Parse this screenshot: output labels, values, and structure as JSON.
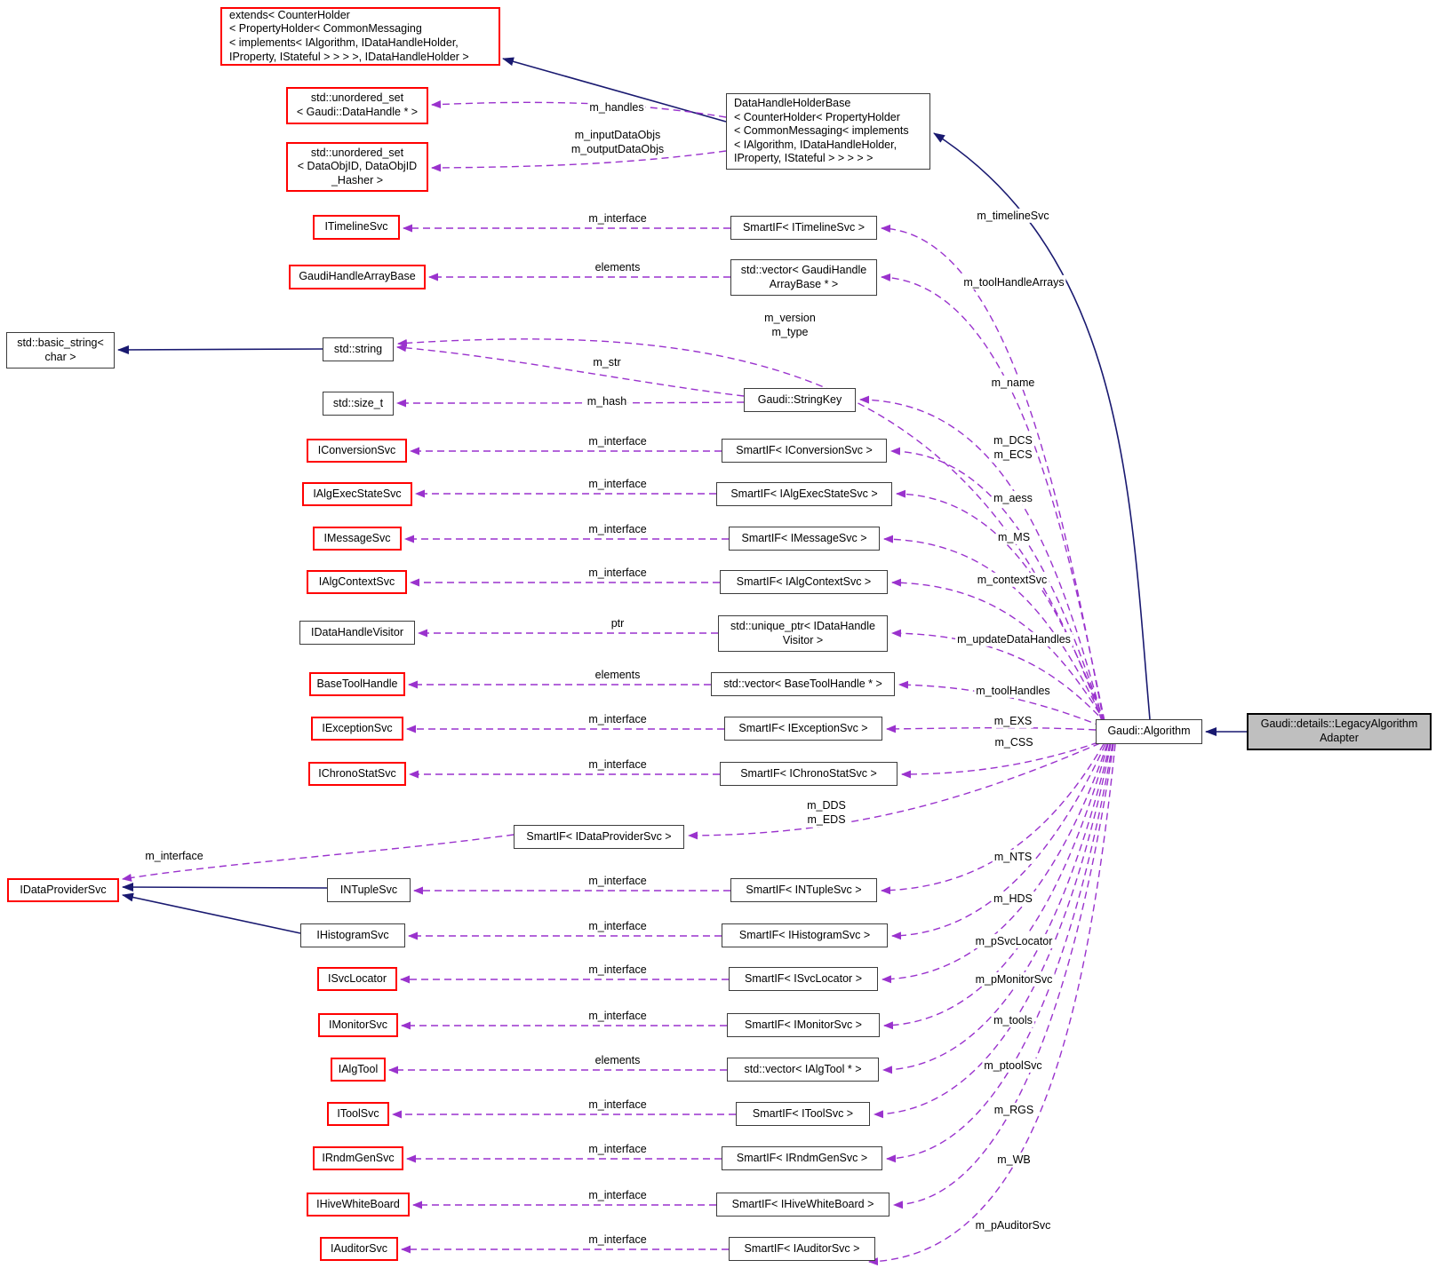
{
  "nodes": {
    "extends_holder": "extends< CounterHolder\n< PropertyHolder< CommonMessaging\n< implements< IAlgorithm, IDataHandleHolder,\n IProperty, IStateful > > > >, IDataHandleHolder >",
    "dhhb": "DataHandleHolderBase\n< CounterHolder< PropertyHolder\n< CommonMessaging< implements\n< IAlgorithm, IDataHandleHolder,\n IProperty, IStateful > > > > >",
    "uset_datahandle": "std::unordered_set\n< Gaudi::DataHandle * >",
    "uset_dataobjid": "std::unordered_set\n< DataObjID, DataObjID\n_Hasher >",
    "itimelinesvc": "ITimelineSvc",
    "s_itimelinesvc": "SmartIF< ITimelineSvc >",
    "ghab": "GaudiHandleArrayBase",
    "vec_ghab": "std::vector< GaudiHandle\nArrayBase * >",
    "basic_string": "std::basic_string<\nchar >",
    "std_string": "std::string",
    "std_size_t": "std::size_t",
    "stringkey": "Gaudi::StringKey",
    "iconversionsvc": "IConversionSvc",
    "s_iconversionsvc": "SmartIF< IConversionSvc >",
    "ialgexecstatesvc": "IAlgExecStateSvc",
    "s_ialgexecstatesvc": "SmartIF< IAlgExecStateSvc >",
    "imessagesvc": "IMessageSvc",
    "s_imessagesvc": "SmartIF< IMessageSvc >",
    "ialgcontextsvc": "IAlgContextSvc",
    "s_ialgcontextsvc": "SmartIF< IAlgContextSvc >",
    "idatahandlevisitor": "IDataHandleVisitor",
    "uptr_idhv": "std::unique_ptr< IDataHandle\nVisitor >",
    "basetoolhandle": "BaseToolHandle",
    "vec_bth": "std::vector< BaseToolHandle * >",
    "iexceptionsvc": "IExceptionSvc",
    "s_iexceptionsvc": "SmartIF< IExceptionSvc >",
    "ichronostatsvc": "IChronoStatSvc",
    "s_ichronostatsvc": "SmartIF< IChronoStatSvc >",
    "s_idataprovidersvc": "SmartIF< IDataProviderSvc >",
    "idataprovidersvc": "IDataProviderSvc",
    "intuplesvc": "INTupleSvc",
    "s_intuplesvc": "SmartIF< INTupleSvc >",
    "ihistogramsvc": "IHistogramSvc",
    "s_ihistogramsvc": "SmartIF< IHistogramSvc >",
    "isvclocator": "ISvcLocator",
    "s_isvclocator": "SmartIF< ISvcLocator >",
    "imonitorsvc": "IMonitorSvc",
    "s_imonitorsvc": "SmartIF< IMonitorSvc >",
    "ialgtool": "IAlgTool",
    "vec_ialgtool": "std::vector< IAlgTool * >",
    "itoolsvc": "IToolSvc",
    "s_itoolsvc": "SmartIF< IToolSvc >",
    "irndmgensvc": "IRndmGenSvc",
    "s_irndmgensvc": "SmartIF< IRndmGenSvc >",
    "ihivewhiteboard": "IHiveWhiteBoard",
    "s_ihivewhiteboard": "SmartIF< IHiveWhiteBoard >",
    "iauditorsvc": "IAuditorSvc",
    "s_iauditorsvc": "SmartIF< IAuditorSvc >",
    "algorithm": "Gaudi::Algorithm",
    "legacy_adapter": "Gaudi::details::LegacyAlgorithm\nAdapter"
  },
  "labels": {
    "m_handles": "m_handles",
    "m_inputDataObjs": "m_inputDataObjs\nm_outputDataObjs",
    "m_interface": "m_interface",
    "elements": "elements",
    "ptr": "ptr",
    "m_version": "m_version\nm_type",
    "m_str": "m_str",
    "m_hash": "m_hash",
    "m_name": "m_name",
    "m_timelineSvc": "m_timelineSvc",
    "m_toolHandleArrays": "m_toolHandleArrays",
    "m_DCS": "m_DCS\nm_ECS",
    "m_aess": "m_aess",
    "m_MS": "m_MS",
    "m_contextSvc": "m_contextSvc",
    "m_updateDataHandles": "m_updateDataHandles",
    "m_toolHandles": "m_toolHandles",
    "m_EXS": "m_EXS",
    "m_CSS": "m_CSS",
    "m_DDS": "m_DDS\nm_EDS",
    "m_NTS": "m_NTS",
    "m_HDS": "m_HDS",
    "m_pSvcLocator": "m_pSvcLocator",
    "m_pMonitorSvc": "m_pMonitorSvc",
    "m_tools": "m_tools",
    "m_ptoolSvc": "m_ptoolSvc",
    "m_RGS": "m_RGS",
    "m_WB": "m_WB",
    "m_pAuditorSvc": "m_pAuditorSvc"
  },
  "colors": {
    "red_border": "#ff0000",
    "node_border": "#3c3c3c",
    "dashed_edge": "#9a32cd",
    "solid_edge": "#191970",
    "target_fill": "#bfbfbf"
  }
}
